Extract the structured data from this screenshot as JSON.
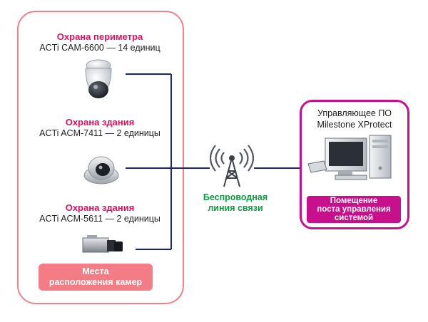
{
  "groups": [
    {
      "title": "Охрана периметра",
      "model": "ACTi CAM-6600 — 14 единиц"
    },
    {
      "title": "Охрана здания",
      "model": "ACTi ACM-7411 — 2 единицы"
    },
    {
      "title": "Охрана здания",
      "model": "ACTi ACM-5611 — 2 единицы"
    }
  ],
  "camera_location_label": {
    "line1": "Места",
    "line2": "расположения камер"
  },
  "wireless_label": {
    "line1": "Беспроводная",
    "line2": "линия связи"
  },
  "software_label": {
    "line1": "Управляющее ПО",
    "line2": "Milestone XProtect"
  },
  "control_room_label": {
    "line1": "Помещение",
    "line2": "поста управления",
    "line3": "системой"
  },
  "colors": {
    "left_border": "#f0808c",
    "right_border": "#c8108c",
    "group_title": "#e0105e",
    "wireless_text": "#109a40",
    "connector_line": "#1a237e"
  }
}
